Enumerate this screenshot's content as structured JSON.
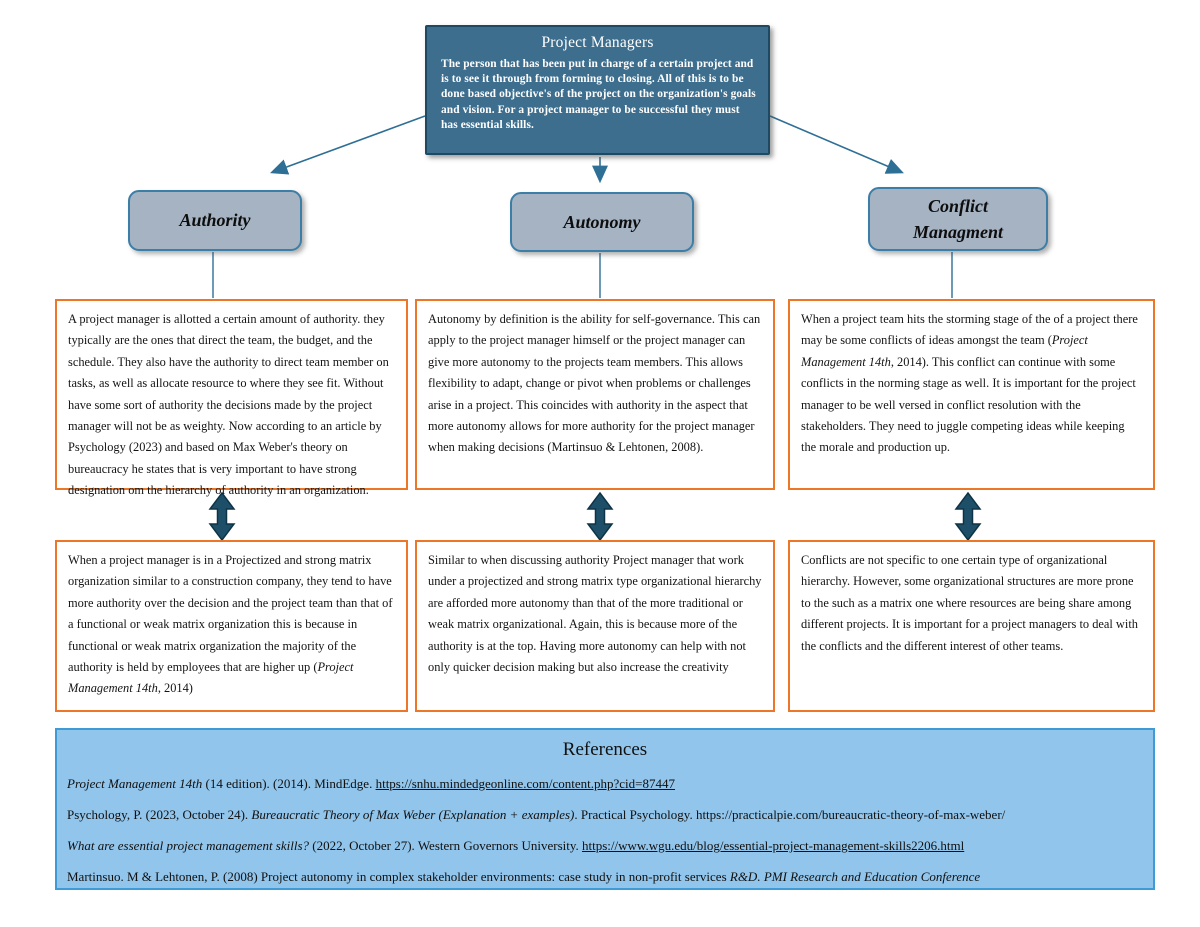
{
  "root": {
    "title": "Project Managers",
    "body": "The person that has been put in charge of a certain project and is to see it through from forming to closing. All of this is to be done based objective's of the project on the organization's goals and vision. For a project manager to be successful they must has essential skills."
  },
  "branches": [
    {
      "label": "Authority",
      "top_segments": [
        {
          "t": "A project manager is allotted a certain amount of authority. they typically are the ones that direct the team, the budget, and the schedule. They also have the authority to direct team member on tasks, as well as allocate resource to where they see fit. Without have some sort of authority the decisions made by the project manager will not be as weighty. Now according to an article by Psychology (2023) and based on Max Weber's theory on bureaucracy he states that is very important to have strong designation om the hierarchy of authority in an organization."
        }
      ],
      "bottom_segments": [
        {
          "t": "When a project manager is in a Projectized and strong matrix organization similar to a construction company, they tend to have more authority over the decision and the project team than that of a functional or weak matrix organization this is because in functional or weak matrix organization the majority of the authority is held by employees that are higher up ("
        },
        {
          "t": "Project Management 14th",
          "i": true
        },
        {
          "t": ", 2014)"
        }
      ]
    },
    {
      "label": "Autonomy",
      "top_segments": [
        {
          "t": "Autonomy by definition is the ability for self-governance. This can apply to the project manager himself or the project manager can give more autonomy to the projects team members. This allows flexibility to adapt, change or pivot when problems or challenges arise in a project. This coincides with authority in the aspect that more autonomy allows for more authority for the project manager when making decisions (Martinsuo & Lehtonen, 2008)."
        }
      ],
      "bottom_segments": [
        {
          "t": "Similar to when discussing authority Project manager that work under a projectized and strong matrix type organizational hierarchy are afforded more autonomy than that of the more traditional or weak matrix organizational. Again, this is because more of the authority is at the top. Having more autonomy can help with not only quicker decision making but also increase the creativity"
        }
      ]
    },
    {
      "label": "Conflict Managment",
      "top_segments": [
        {
          "t": "When a project team hits the storming stage of the of a project there may be some conflicts of ideas amongst the team ("
        },
        {
          "t": "Project Management 14th",
          "i": true
        },
        {
          "t": ", 2014). This conflict can continue with some conflicts in the norming stage as well. It is important for the project manager to be well versed in conflict resolution with the stakeholders. They need to juggle competing ideas while keeping the morale and production up."
        }
      ],
      "bottom_segments": [
        {
          "t": "Conflicts are not specific to one certain type of organizational hierarchy. However, some organizational structures are more prone to the such as a matrix one where resources are being share among different projects. It is important for a project managers to deal with the conflicts and the different interest of other teams."
        }
      ]
    }
  ],
  "references": {
    "title": "References",
    "items": [
      [
        {
          "t": "Project Management 14th",
          "i": true
        },
        {
          "t": " (14 edition). (2014). MindEdge. "
        },
        {
          "t": "https://snhu.mindedgeonline.com/content.php?cid=87447",
          "u": true
        }
      ],
      [
        {
          "t": "Psychology, P. (2023, October 24). "
        },
        {
          "t": "Bureaucratic Theory of Max Weber (Explanation + examples)",
          "i": true
        },
        {
          "t": ". Practical Psychology. https://practicalpie.com/bureaucratic-theory-of-max-weber/"
        }
      ],
      [
        {
          "t": "What are essential project management skills?",
          "i": true
        },
        {
          "t": " (2022, October 27). Western Governors University. "
        },
        {
          "t": "https://www.wgu.edu/blog/essential-project-management-skills2206.html",
          "u": true
        }
      ],
      [
        {
          "t": "Martinsuo. M & Lehtonen, P. (2008) Project autonomy in complex stakeholder environments: case study in non-profit services "
        },
        {
          "t": "R&D. PMI Research and Education Conference",
          "i": true
        }
      ]
    ]
  },
  "colors": {
    "root_fill": "#3d6e8e",
    "root_border": "#1d4a62",
    "label_fill": "#a5b3c3",
    "label_border": "#3d7ea6",
    "text_box_border": "#ec7728",
    "double_arrow_fill": "#1d5068",
    "double_arrow_stroke": "#0e3346",
    "connector_line": "#2e6f96",
    "references_fill": "#92c5eb",
    "references_border": "#3e9bd5"
  }
}
